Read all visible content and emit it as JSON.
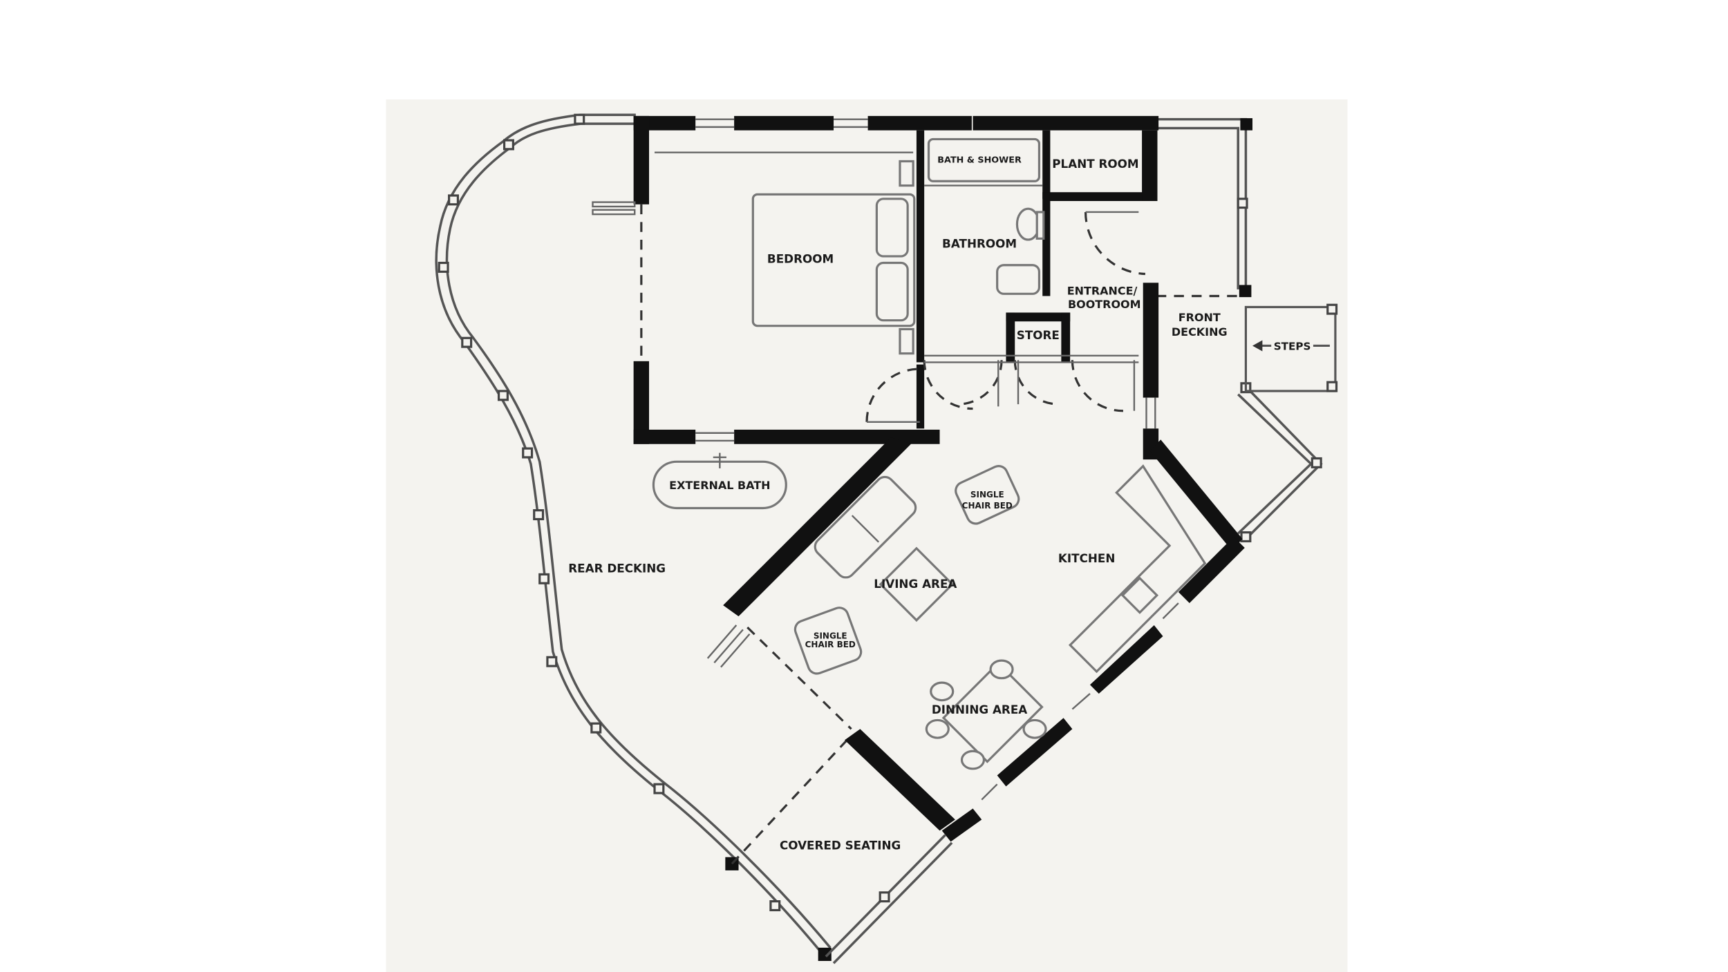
{
  "labels": {
    "bedroom": "BEDROOM",
    "bath_shower": "BATH & SHOWER",
    "plant_room": "PLANT ROOM",
    "bathroom": "BATHROOM",
    "entrance_line1": "ENTRANCE/",
    "entrance_line2": "BOOTROOM",
    "store": "STORE",
    "front_decking_line1": "FRONT",
    "front_decking_line2": "DECKING",
    "steps": "STEPS",
    "external_bath": "EXTERNAL BATH",
    "single_chair_bed_top_line1": "SINGLE",
    "single_chair_bed_top_line2": "CHAIR BED",
    "single_chair_bed_left_line1": "SINGLE",
    "single_chair_bed_left_line2": "CHAIR BED",
    "kitchen": "KITCHEN",
    "living_area": "LIVING AREA",
    "rear_decking": "REAR DECKING",
    "dining_area": "DINNING AREA",
    "covered_seating": "COVERED SEATING"
  },
  "colors": {
    "page_background": "#ffffff",
    "plan_background": "#f4f3ef",
    "walls": "#111111",
    "label_text": "#1b1b1b"
  }
}
